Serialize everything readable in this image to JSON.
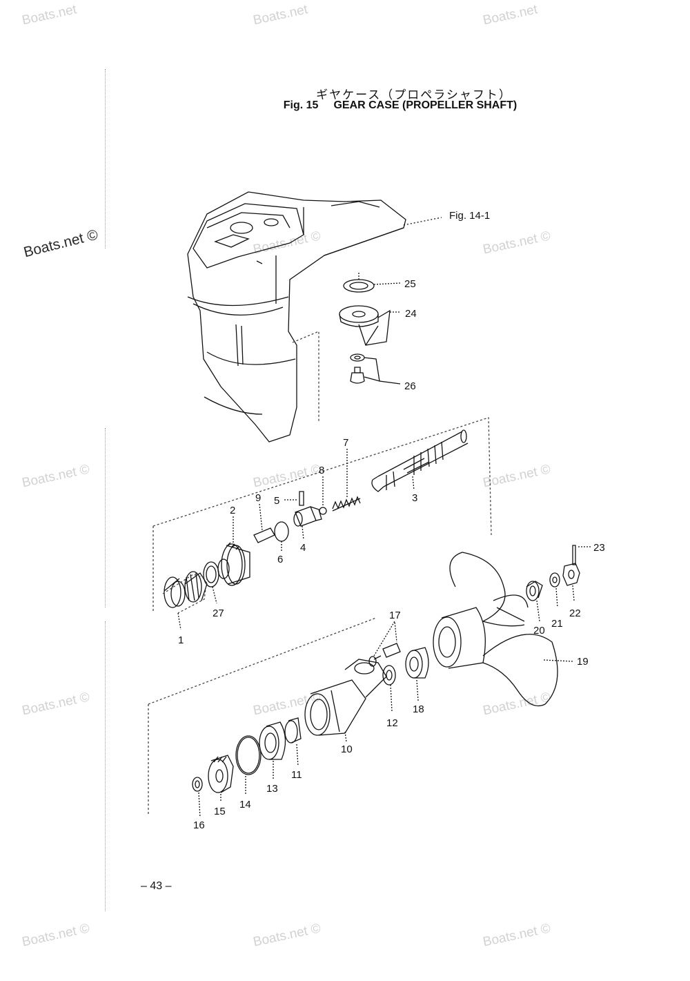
{
  "watermarks": {
    "text": "Boats.net ©",
    "text_short": "Boats.net",
    "text_prominent": "Boats.net ©"
  },
  "title": {
    "japanese": "ギヤケース（プロペラシャフト）",
    "fig_number": "Fig. 15",
    "name": "GEAR CASE (PROPELLER SHAFT)"
  },
  "references": {
    "fig_14_1": "Fig. 14-1"
  },
  "parts": [
    "1",
    "2",
    "3",
    "4",
    "5",
    "6",
    "7",
    "8",
    "9",
    "10",
    "11",
    "12",
    "13",
    "14",
    "15",
    "16",
    "17",
    "18",
    "19",
    "20",
    "21",
    "22",
    "23",
    "24",
    "25",
    "26",
    "27"
  ],
  "page": {
    "number": "– 43 –"
  }
}
